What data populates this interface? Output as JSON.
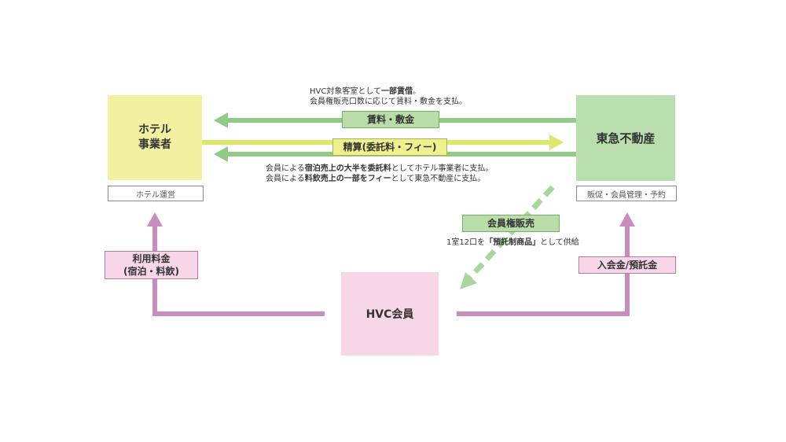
{
  "colors": {
    "green_arrow": "#8fcb84",
    "yellow_arrow": "#dde76c",
    "pink_arrow": "#c98dbd",
    "hotel_fill": "#f3f1a1",
    "tokyu_fill": "#b8dfad",
    "hvc_fill": "#f6d6e7"
  },
  "nodes": {
    "hotel": {
      "line1": "ホテル",
      "line2": "事業者",
      "sub": "ホテル運営"
    },
    "tokyu": {
      "name": "東急不動産",
      "sub": "販促・会員管理・予約"
    },
    "hvc": {
      "name": "HVC会員"
    }
  },
  "flows": {
    "rent": {
      "label": "賃料・敷金",
      "note_line1_pre": "HVC対象客室として",
      "note_line1_bold": "一部賃借",
      "note_line1_post": "。",
      "note_line2": "会員権販売口数に応じて賃料・敷金を支払。"
    },
    "settlement": {
      "label": "精算(委託料・フィー)",
      "note_line1_pre": "会員による",
      "note_line1_bold": "宿泊売上の大半を委託料",
      "note_line1_post": "としてホテル事業者に支払。",
      "note_line2_pre": "会員による",
      "note_line2_bold": "料飲売上の一部をフィー",
      "note_line2_post": "として東急不動産に支払。"
    },
    "membership_sale": {
      "label": "会員権販売",
      "note_pre": "1室12口を",
      "note_bold": "「預託制商品」",
      "note_post": "として供給"
    },
    "usage_fee": {
      "line1": "利用料金",
      "line2": "(宿泊・料飲)"
    },
    "deposit": {
      "label": "入会金/預託金"
    }
  }
}
